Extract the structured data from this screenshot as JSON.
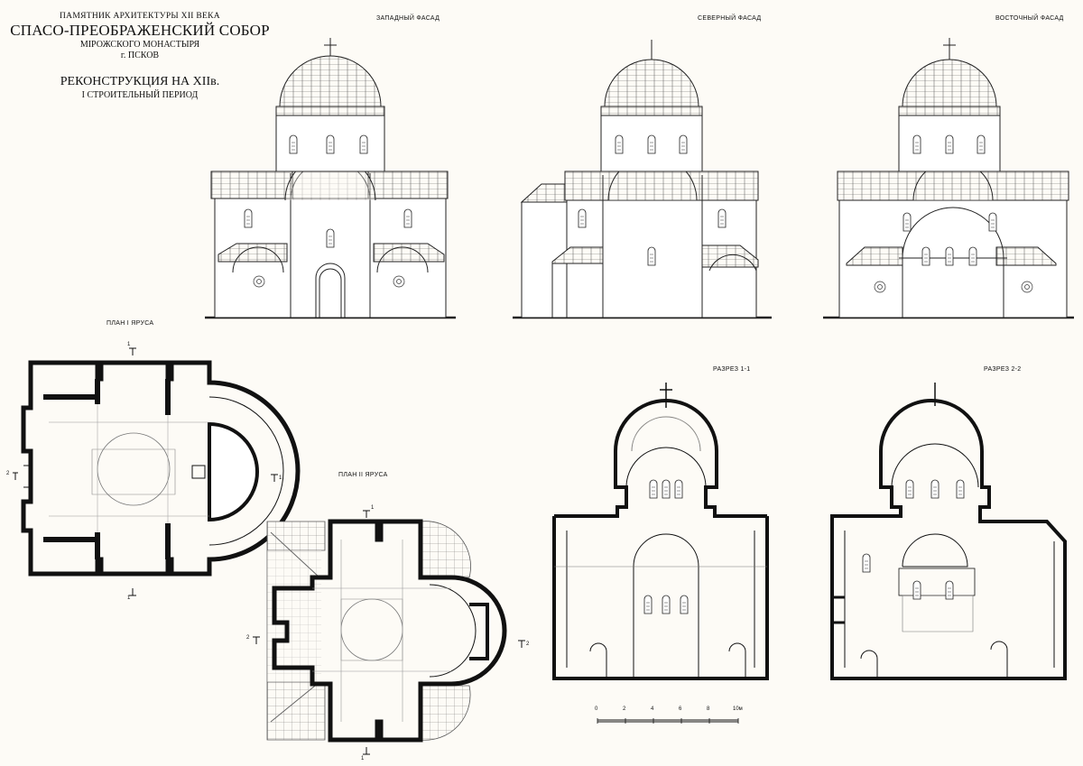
{
  "title": {
    "line1": "ПАМЯТНИК АРХИТЕКТУРЫ XII ВЕКА",
    "line2": "СПАСО-ПРЕОБРАЖЕНСКИЙ СОБОР",
    "line3": "МIРОЖСКОГО МОНАСТЫРЯ",
    "line4": "г. ПСКОВ",
    "line5": "РЕКОНСТРУКЦИЯ НА XIIв.",
    "line6": "I СТРОИТЕЛЬНЫЙ ПЕРИОД"
  },
  "labels": {
    "west": "ЗАПАДНЫЙ ФАСАД",
    "north": "СЕВЕРНЫЙ ФАСАД",
    "east": "ВОСТОЧНЫЙ ФАСАД",
    "plan1": "ПЛАН I ЯРУСА",
    "plan2": "ПЛАН II ЯРУСА",
    "sec1": "РАЗРЕЗ 1-1",
    "sec2": "РАЗРЕЗ 2-2"
  },
  "scale": {
    "ticks": [
      "0",
      "2",
      "4",
      "6",
      "8",
      "10м"
    ]
  },
  "cuts": {
    "c1": "1",
    "c2": "2"
  }
}
